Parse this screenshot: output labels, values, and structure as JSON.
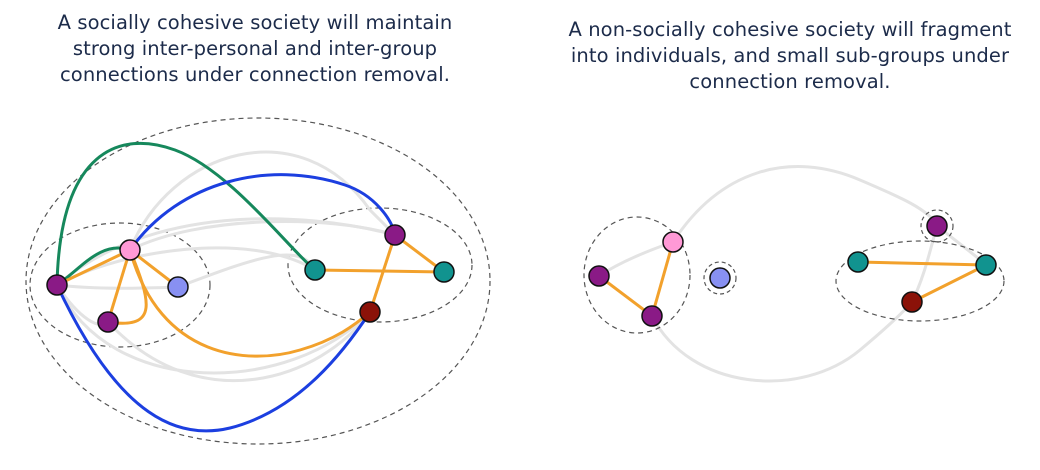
{
  "left_panel": {
    "caption_lines": [
      "A socially cohesive society will maintain",
      "strong inter-personal and inter-group",
      "connections under connection removal."
    ]
  },
  "right_panel": {
    "caption_lines": [
      "A non-socially cohesive society will fragment",
      "into individuals, and small sub-groups under",
      "connection removal."
    ]
  },
  "colors": {
    "text": "#1c2b4a",
    "grey_edge": "#e3e3e3",
    "orange_edge": "#f2a12c",
    "blue_edge": "#1c3fe0",
    "green_edge": "#16885c",
    "dashed_outline": "#555555",
    "purple_node": "#8a1a86",
    "pink_node": "#ff99d6",
    "lavender_node": "#8890f2",
    "teal_node": "#11938f",
    "red_node": "#8b1208"
  }
}
